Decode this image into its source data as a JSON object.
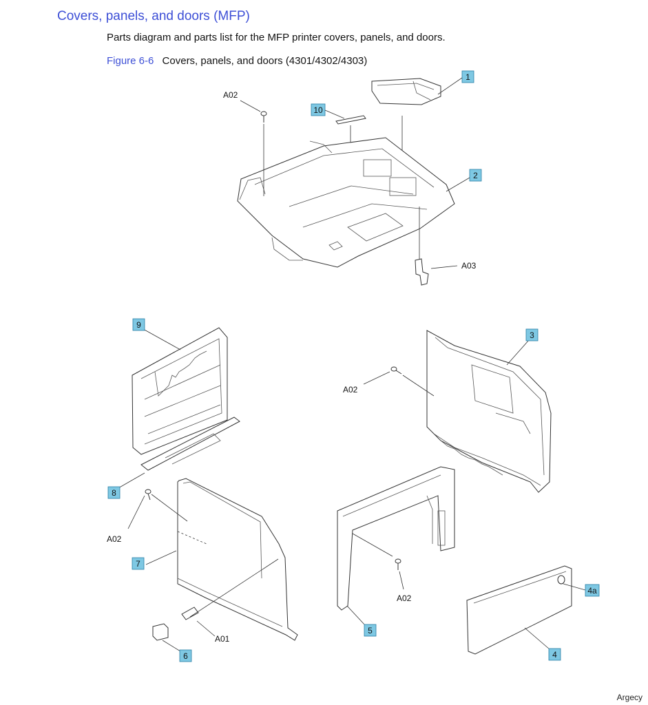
{
  "page": {
    "title": "Covers, panels, and doors (MFP)",
    "subtitle": "Parts diagram and parts list for the MFP printer covers, panels, and doors.",
    "figure_number": "Figure 6-6",
    "figure_caption": "Covers, panels, and doors (4301/4302/4303)",
    "watermark": "Argecy"
  },
  "callouts": [
    {
      "id": "c1",
      "label": "1"
    },
    {
      "id": "c2",
      "label": "2"
    },
    {
      "id": "c3",
      "label": "3"
    },
    {
      "id": "c4",
      "label": "4"
    },
    {
      "id": "c4a",
      "label": "4a"
    },
    {
      "id": "c5",
      "label": "5"
    },
    {
      "id": "c6",
      "label": "6"
    },
    {
      "id": "c7",
      "label": "7"
    },
    {
      "id": "c8",
      "label": "8"
    },
    {
      "id": "c9",
      "label": "9"
    },
    {
      "id": "c10",
      "label": "10"
    }
  ],
  "references": [
    {
      "id": "r1",
      "label": "A02"
    },
    {
      "id": "r2",
      "label": "A03"
    },
    {
      "id": "r3",
      "label": "A02"
    },
    {
      "id": "r4",
      "label": "A02"
    },
    {
      "id": "r5",
      "label": "A02"
    },
    {
      "id": "r6",
      "label": "A01"
    }
  ]
}
